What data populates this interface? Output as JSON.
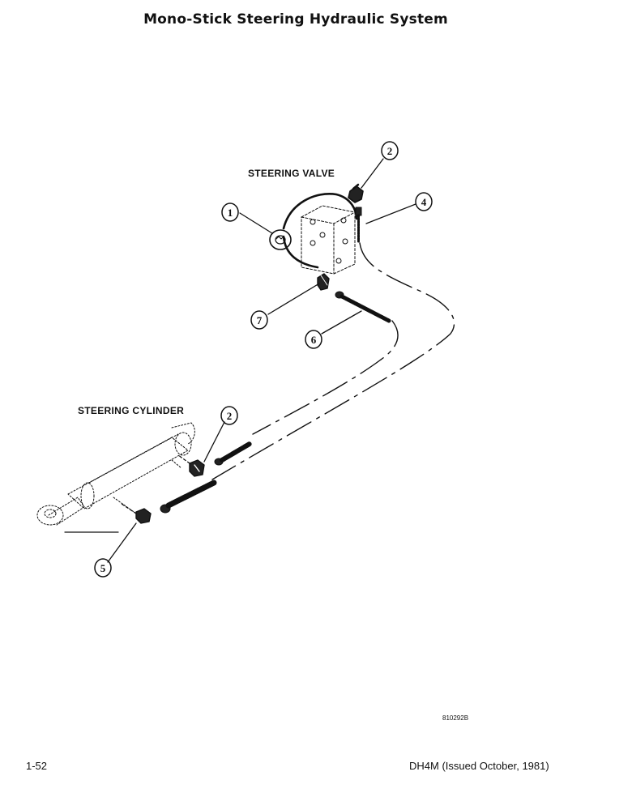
{
  "page": {
    "title": "Mono-Stick Steering Hydraulic System",
    "page_number": "1-52",
    "publication": "DH4M (Issued October, 1981)",
    "figure_code": "810292B"
  },
  "diagram": {
    "labels": {
      "steering_valve": "STEERING VALVE",
      "steering_cylinder": "STEERING CYLINDER"
    },
    "callouts": [
      {
        "id": "c1",
        "number": "1"
      },
      {
        "id": "c2a",
        "number": "2"
      },
      {
        "id": "c4",
        "number": "4"
      },
      {
        "id": "c7",
        "number": "7"
      },
      {
        "id": "c6",
        "number": "6"
      },
      {
        "id": "c2b",
        "number": "2"
      },
      {
        "id": "c5",
        "number": "5"
      }
    ]
  }
}
